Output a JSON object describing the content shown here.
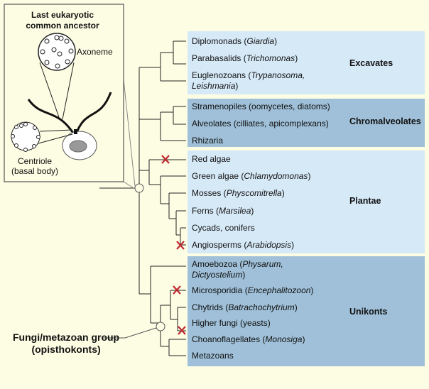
{
  "colors": {
    "background": "#fdfde4",
    "light_panel": "#d6e9f7",
    "dark_panel": "#9fc0d8",
    "loss_mark": "#c0282e"
  },
  "inset": {
    "title_line1": "Last eukaryotic",
    "title_line2": "common ancestor",
    "axoneme": "Axoneme",
    "centriole": "Centriole",
    "basal_body": "(basal body)"
  },
  "groups": {
    "excavates": "Excavates",
    "chromalveolates": "Chromalveolates",
    "plantae": "Plantae",
    "unikonts": "Unikonts"
  },
  "taxa": [
    {
      "id": "diplomonads",
      "name": "Diplomonads (",
      "italic": "Giardia",
      "tail": ")"
    },
    {
      "id": "parabasalids",
      "name": "Parabasalids (",
      "italic": "Trichomonas",
      "tail": ")"
    },
    {
      "id": "euglenozoans",
      "name": "Euglenozoans (",
      "italic": "Trypanosoma,",
      "tail": ""
    },
    {
      "id": "euglenozoans2",
      "name": "",
      "italic": "Leishmania",
      "tail": ")"
    },
    {
      "id": "stramenopiles",
      "name": "Stramenopiles (oomycetes, diatoms)",
      "italic": "",
      "tail": ""
    },
    {
      "id": "alveolates",
      "name": "Alveolates (cilliates, apicomplexans)",
      "italic": "",
      "tail": ""
    },
    {
      "id": "rhizaria",
      "name": "Rhizaria",
      "italic": "",
      "tail": ""
    },
    {
      "id": "red-algae",
      "name": "Red algae",
      "italic": "",
      "tail": ""
    },
    {
      "id": "green-algae",
      "name": "Green algae (",
      "italic": "Chlamydomonas",
      "tail": ")"
    },
    {
      "id": "mosses",
      "name": "Mosses (",
      "italic": "Physcomitrella",
      "tail": ")"
    },
    {
      "id": "ferns",
      "name": "Ferns (",
      "italic": "Marsilea",
      "tail": ")"
    },
    {
      "id": "cycads",
      "name": "Cycads, conifers",
      "italic": "",
      "tail": ""
    },
    {
      "id": "angiosperms",
      "name": "Angiosperms (",
      "italic": "Arabidopsis",
      "tail": ")"
    },
    {
      "id": "amoebozoa",
      "name": "Amoebozoa (",
      "italic": "Physarum,",
      "tail": ""
    },
    {
      "id": "amoebozoa2",
      "name": "",
      "italic": "Dictyostelium",
      "tail": ")"
    },
    {
      "id": "microsporidia",
      "name": "Microsporidia (",
      "italic": "Encephalitozoon",
      "tail": ")"
    },
    {
      "id": "chytrids",
      "name": "Chytrids (",
      "italic": "Batrachochytrium",
      "tail": ")"
    },
    {
      "id": "higher-fungi",
      "name": "Higher fungi (yeasts)",
      "italic": "",
      "tail": ""
    },
    {
      "id": "choanoflagellates",
      "name": "Choanoflagellates (",
      "italic": "Monosiga",
      "tail": ")"
    },
    {
      "id": "metazoans",
      "name": "Metazoans",
      "italic": "",
      "tail": ""
    }
  ],
  "fungi_metazoan": {
    "line1": "Fungi/metazoan group",
    "line2": "(opisthokonts)"
  }
}
